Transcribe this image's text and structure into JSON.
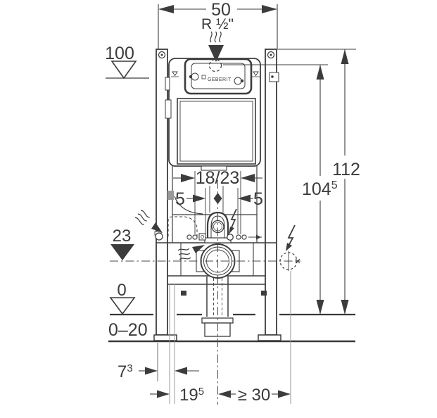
{
  "brand_label": "GEBERIT",
  "dimensions": {
    "top_width": "50",
    "water_inlet": "R ½\"",
    "supply_level": "100",
    "total_height": "112",
    "actuator_height": {
      "base": "104",
      "sup": "5"
    },
    "flush_bend_offset": "18/23",
    "left_offset": "5",
    "right_offset": "5",
    "outlet_center_height": "23",
    "finished_floor_level": "0",
    "floor_buildup_range": "0–20",
    "front_projection": {
      "base": "7",
      "sup": "3"
    },
    "outlet_lateral": {
      "base": "19",
      "sup": "5"
    },
    "electrical_clearance": "≥ 30"
  }
}
